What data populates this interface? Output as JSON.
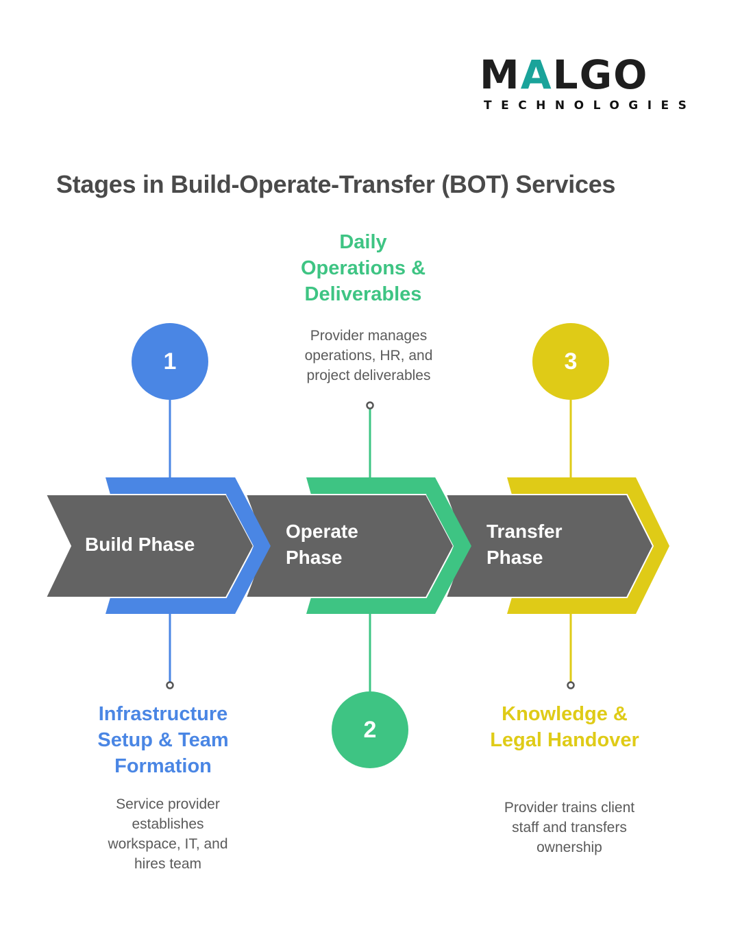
{
  "brand": {
    "logo_part1": "M",
    "logo_accent": "A",
    "logo_part2": "LGO",
    "logo_subtitle": "TECHNOLOGIES",
    "accent_color": "#1aa39a"
  },
  "title": "Stages in Build-Operate-Transfer (BOT) Services",
  "colors": {
    "arrow_body": "#636363",
    "stage1": "#4a86e4",
    "stage2": "#3ec483",
    "stage3": "#dfcb17",
    "text_gray": "#5a5a5a"
  },
  "stages": [
    {
      "number": "1",
      "phase": "Build Phase",
      "heading": "Infrastructure Setup & Team Formation",
      "description": "Service provider establishes workspace, IT, and hires team",
      "color": "#4a86e4",
      "number_position": "above",
      "text_position": "below"
    },
    {
      "number": "2",
      "phase": "Operate Phase",
      "heading": "Daily Operations & Deliverables",
      "description": "Provider manages operations, HR, and project deliverables",
      "color": "#3ec483",
      "number_position": "below",
      "text_position": "above"
    },
    {
      "number": "3",
      "phase": "Transfer Phase",
      "heading": "Knowledge & Legal Handover",
      "description": "Provider trains client staff and transfers ownership",
      "color": "#dfcb17",
      "number_position": "above",
      "text_position": "below"
    }
  ]
}
